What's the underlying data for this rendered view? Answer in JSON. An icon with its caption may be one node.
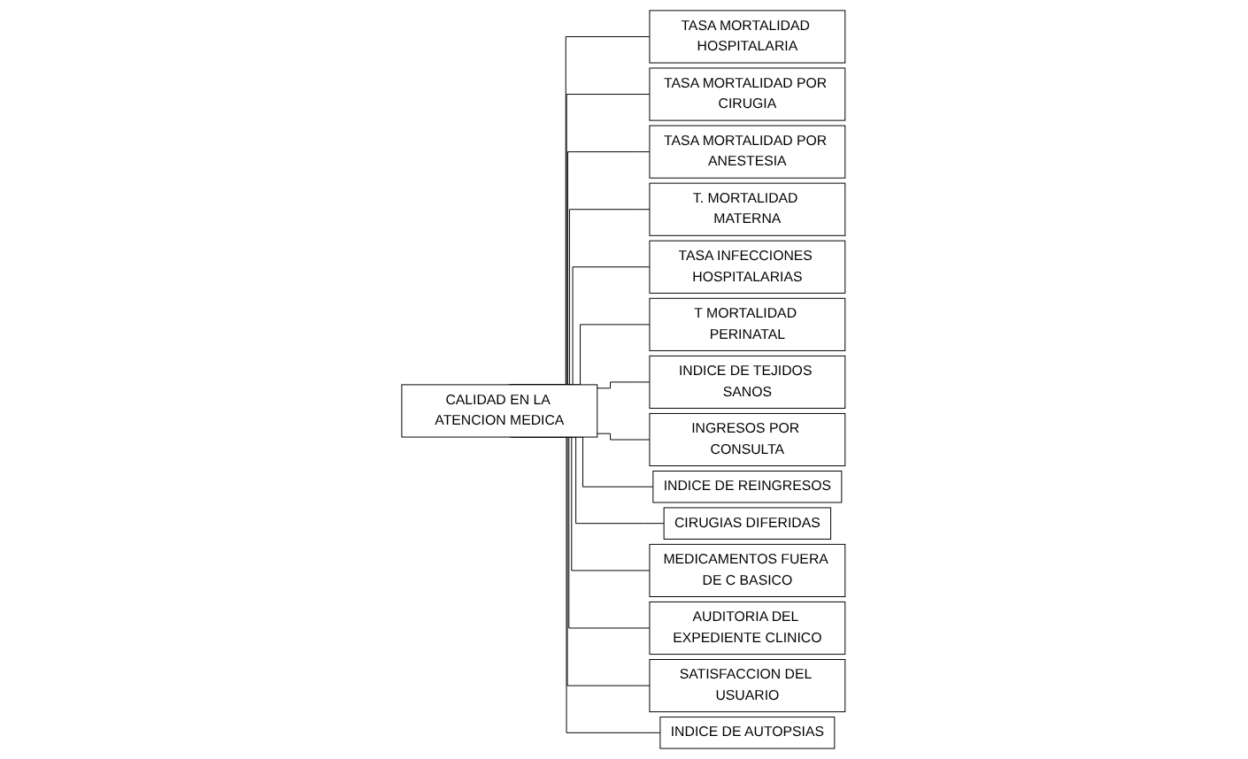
{
  "diagram": {
    "nodes": [
      {
        "text": [
          "CALIDAD EN LA ATENCION MEDICA"
        ]
      },
      {
        "text": [
          "TASA MORTALIDAD HOSPITALARIA"
        ]
      },
      {
        "text": [
          "TASA MORTALIDAD POR CIRUGIA"
        ]
      },
      {
        "text": [
          "TASA MORTALIDAD POR ANESTESIA"
        ]
      },
      {
        "text": [
          "T. MORTALIDAD MATERNA"
        ]
      },
      {
        "text": [
          "TASA INFECCIONES HOSPITALARIAS"
        ]
      },
      {
        "text": [
          "T MORTALIDAD PERINATAL"
        ]
      },
      {
        "text": [
          "INDICE DE TEJIDOS SANOS"
        ]
      },
      {
        "text": [
          "INGRESOS POR CONSULTA"
        ]
      },
      {
        "text": [
          "INDICE DE REINGRESOS"
        ]
      },
      {
        "text": [
          "CIRUGIAS DIFERIDAS"
        ]
      },
      {
        "text": [
          "MEDICAMENTOS FUERA DE C BASICO"
        ]
      },
      {
        "text": [
          "AUDITORIA DEL EXPEDIENTE CLINICO"
        ]
      },
      {
        "text": [
          "SATISFACCION DEL USUARIO"
        ]
      },
      {
        "text": [
          "INDICE DE AUTOPSIAS"
        ]
      }
    ],
    "edges": [
      {
        "from": 0,
        "to": 1,
        "arrow": "none"
      },
      {
        "from": 0,
        "to": 2,
        "arrow": "none"
      },
      {
        "from": 0,
        "to": 3,
        "arrow": "none"
      },
      {
        "from": 0,
        "to": 4,
        "arrow": "none"
      },
      {
        "from": 0,
        "to": 5,
        "arrow": "none"
      },
      {
        "from": 0,
        "to": 6,
        "arrow": "none"
      },
      {
        "from": 0,
        "to": 7,
        "arrow": "none"
      },
      {
        "from": 0,
        "to": 8,
        "arrow": "none"
      },
      {
        "from": 0,
        "to": 9,
        "arrow": "none"
      },
      {
        "from": 0,
        "to": 10,
        "arrow": "none"
      },
      {
        "from": 0,
        "to": 11,
        "arrow": "none"
      },
      {
        "from": 0,
        "to": 12,
        "arrow": "none"
      },
      {
        "from": 0,
        "to": 13,
        "arrow": "none"
      },
      {
        "from": 0,
        "to": 14,
        "arrow": "none"
      }
    ]
  }
}
